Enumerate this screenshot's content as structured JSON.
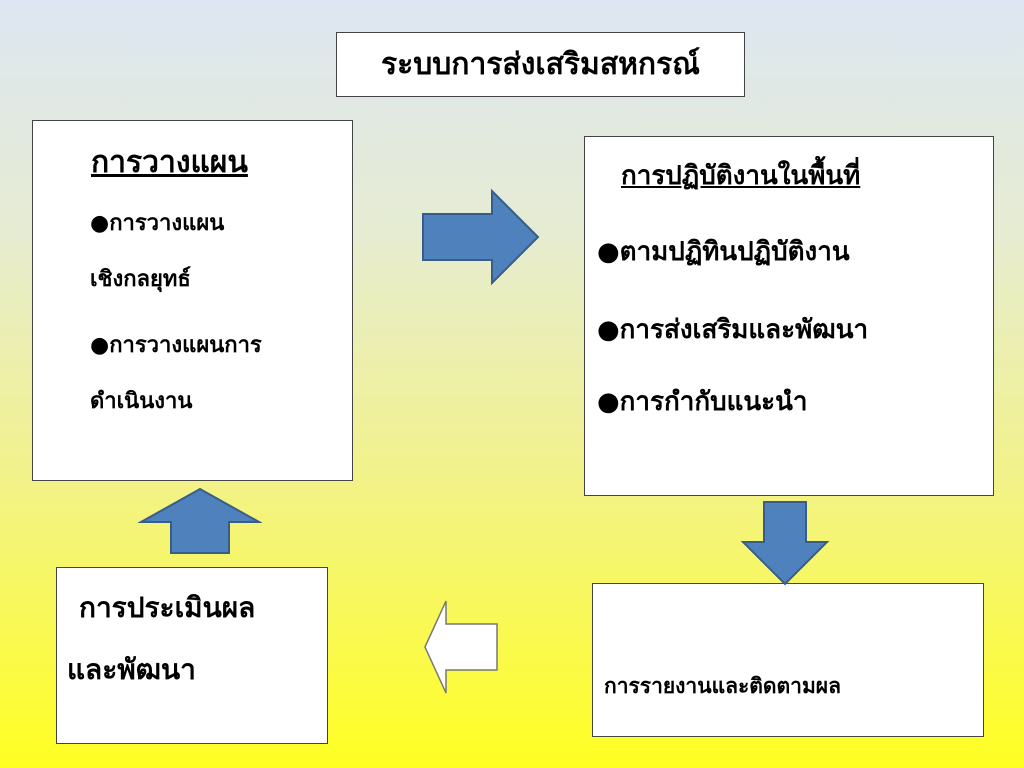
{
  "title": "ระบบการส่งเสริมสหกรณ์",
  "planning": {
    "heading": "การวางแผน",
    "items": [
      {
        "line1": "●การวางแผน",
        "line2": "เชิงกลยุทธ์"
      },
      {
        "line1": "●การวางแผนการ",
        "line2": "ดำเนินงาน"
      }
    ]
  },
  "operation": {
    "heading": "การปฏิบัติงานในพื้นที่",
    "items": [
      "●ตามปฏิทินปฏิบัติงาน",
      "●การส่งเสริมและพัฒนา",
      "●การกำกับแนะนำ"
    ]
  },
  "reporting": {
    "label": "การรายงานและติดตามผล"
  },
  "evaluation": {
    "line1": "การประเมินผล",
    "line2": "และพัฒนา"
  },
  "colors": {
    "arrow_fill": "#4f81bd",
    "arrow_stroke": "#385d8a",
    "hollow_arrow_stroke": "#777777"
  }
}
